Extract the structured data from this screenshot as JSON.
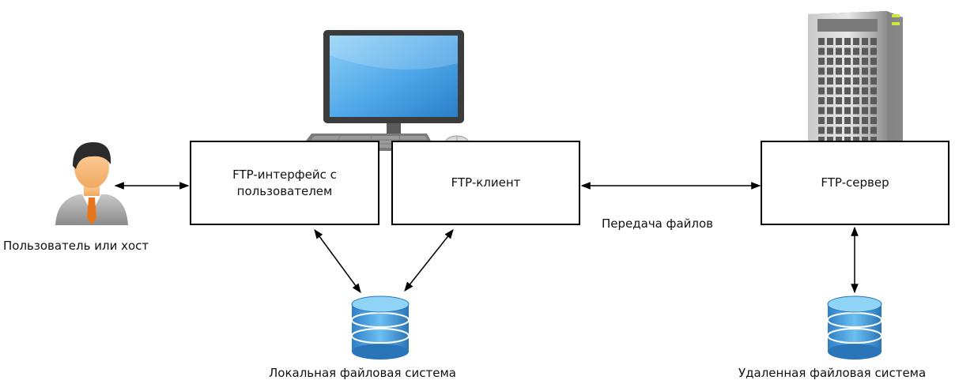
{
  "nodes": {
    "user_label": "Пользователь или хост",
    "ui_box_label": "FTP-интерфейс с пользователем",
    "client_box_label": "FTP-клиент",
    "server_box_label": "FTP-сервер",
    "transfer_label": "Передача файлов",
    "local_fs_label": "Локальная файловая система",
    "remote_fs_label": "Удаленная файловая система"
  },
  "icons": {
    "user": "user-icon",
    "computer": "computer-icon",
    "server": "server-icon",
    "local_db": "database-icon",
    "remote_db": "database-icon"
  },
  "colors": {
    "box_border": "#000000",
    "arrow": "#000000",
    "db_blue": "#3b8fd6",
    "monitor_blue": "#4ea7e8",
    "server_gray": "#9a9a9a",
    "tie_orange": "#e8751a"
  }
}
